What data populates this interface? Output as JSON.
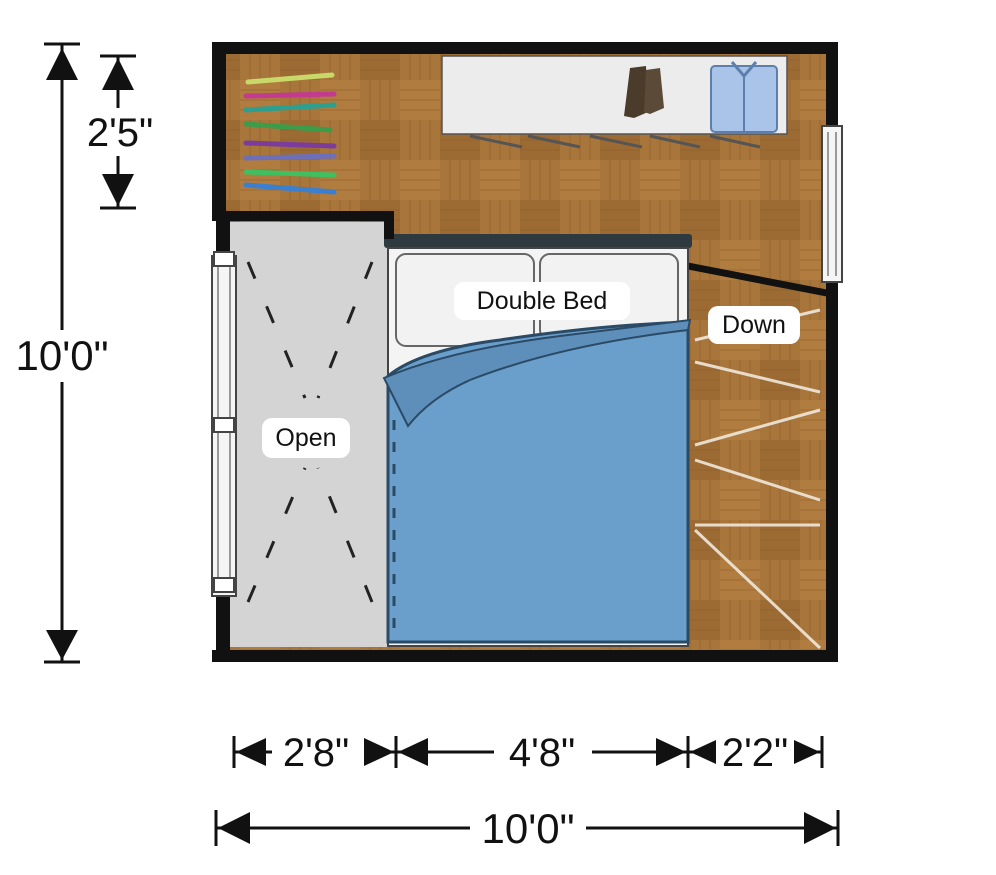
{
  "labels": {
    "double_bed": "Double Bed",
    "down": "Down",
    "open": "Open"
  },
  "dimensions": {
    "total_height": "10'0\"",
    "closet_depth": "2'5\"",
    "width_left": "2'8\"",
    "width_middle": "4'8\"",
    "width_right": "2'2\"",
    "total_width": "10'0\""
  },
  "colors": {
    "wall": "#111111",
    "floor": "#a8753a",
    "floor_dark": "#8f5f2a",
    "closet_area": "#d4d4d4",
    "duvet": "#6a9fcb",
    "pillow": "#f2f2f2",
    "shelf": "#ececec",
    "shirt": "#a9c4e8"
  }
}
